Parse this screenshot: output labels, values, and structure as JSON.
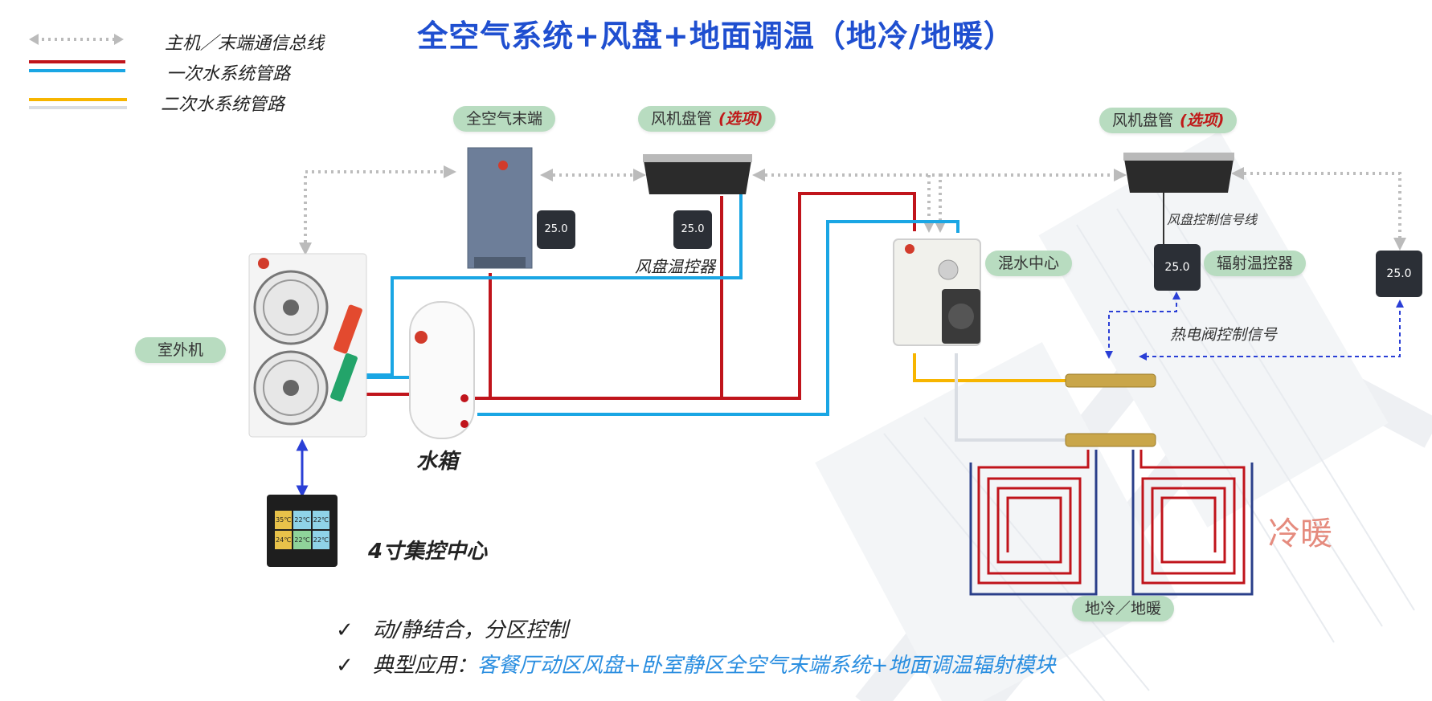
{
  "title": "全空气系统+风盘+地面调温（地冷/地暖）",
  "legend": [
    {
      "label": "主机／末端通信总线",
      "style": "dotted-gray-arrows"
    },
    {
      "label": "一次水系统管路",
      "colors": [
        "#c0141b",
        "#1aa6e4"
      ]
    },
    {
      "label": "二次水系统管路",
      "colors": [
        "#f7b500",
        "#d9dde3"
      ]
    }
  ],
  "pills": {
    "air_terminal": "全空气末端",
    "fan_coil_1": "风机盘管",
    "fan_coil_1_opt": "(选项)",
    "fan_coil_2": "风机盘管",
    "fan_coil_2_opt": "(选项)",
    "outdoor_unit": "室外机",
    "mixing_center": "混水中心",
    "radiant_thermostat": "辐射温控器",
    "floor": "地冷／地暖"
  },
  "labels": {
    "fan_coil_thermostat": "风盘温控器",
    "water_tank": "水箱",
    "controller": "4寸集控中心",
    "fan_coil_signal": "风盘控制信号线",
    "valve_signal": "热电阀控制信号",
    "cool_warm_logo": "冷暖"
  },
  "thermostat_display": "25.0",
  "controller_screen": [
    "35℃",
    "22℃",
    "22℃",
    "24℃",
    "22℃",
    "22℃"
  ],
  "bullets": [
    {
      "text": "动/静结合，分区控制",
      "highlight": ""
    },
    {
      "text": "典型应用：",
      "highlight": "客餐厅动区风盘+卧室静区全空气末端系统+地面调温辐射模块"
    }
  ],
  "colors": {
    "red_pipe": "#c0141b",
    "blue_pipe": "#1aa6e4",
    "yellow_pipe": "#f7b500",
    "gray_pipe": "#d9dde3",
    "signal": "#2a3fd6",
    "title": "#1f4fd0"
  }
}
